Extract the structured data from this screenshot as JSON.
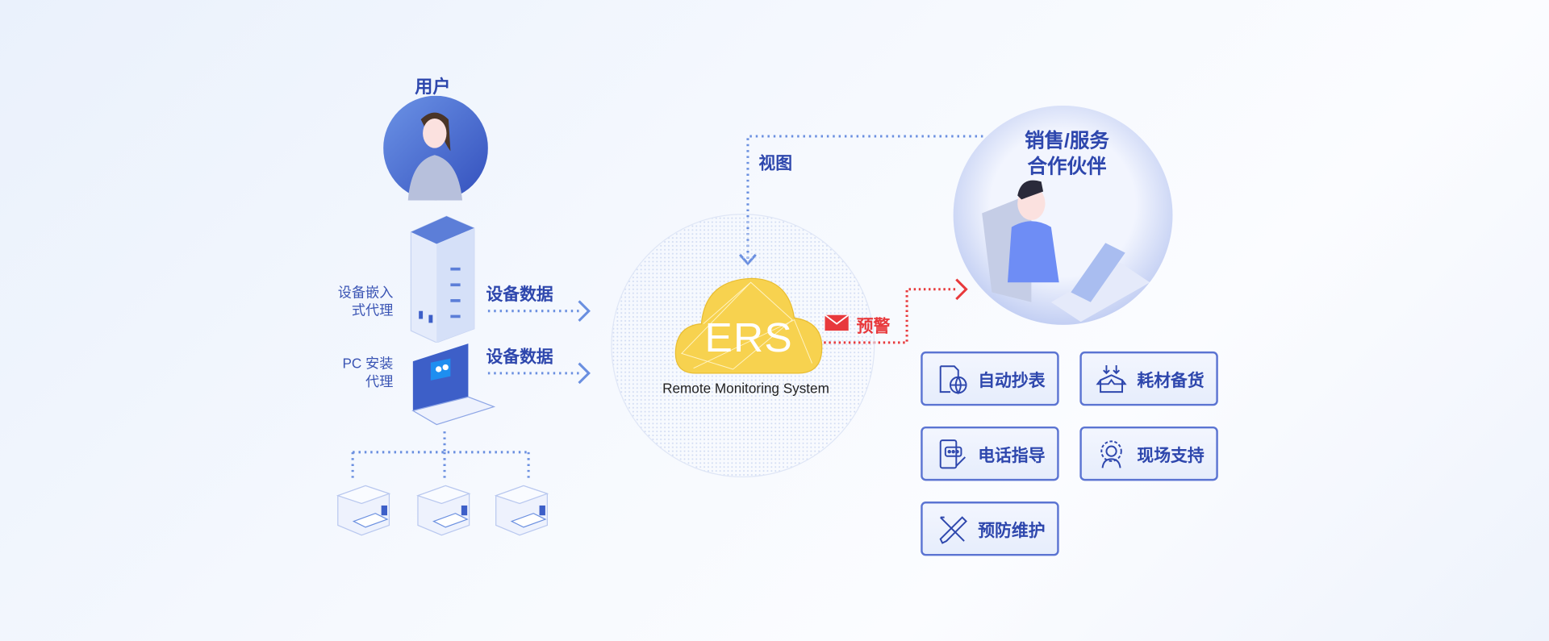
{
  "user": {
    "label": "用户"
  },
  "left": {
    "embedded_agent_line1": "设备嵌入",
    "embedded_agent_line2": "式代理",
    "pc_agent_line1": "PC 安装",
    "pc_agent_line2": "代理",
    "device_data_1": "设备数据",
    "device_data_2": "设备数据"
  },
  "center": {
    "view_label": "视图",
    "cloud_title": "ERS",
    "cloud_subtitle": "Remote Monitoring System",
    "alert_label": "预警"
  },
  "partner": {
    "line1": "销售/服务",
    "line2": "合作伙伴"
  },
  "services": [
    {
      "label": "自动抄表",
      "icon": "document-globe-icon"
    },
    {
      "label": "耗材备货",
      "icon": "box-arrows-icon"
    },
    {
      "label": "电话指导",
      "icon": "phone-chat-icon"
    },
    {
      "label": "现场支持",
      "icon": "gear-engineer-icon"
    },
    {
      "label": "预防维护",
      "icon": "tools-icon"
    }
  ],
  "colors": {
    "primary": "#2e47ad",
    "alert": "#e8393c",
    "cloud": "#f7d24f"
  }
}
